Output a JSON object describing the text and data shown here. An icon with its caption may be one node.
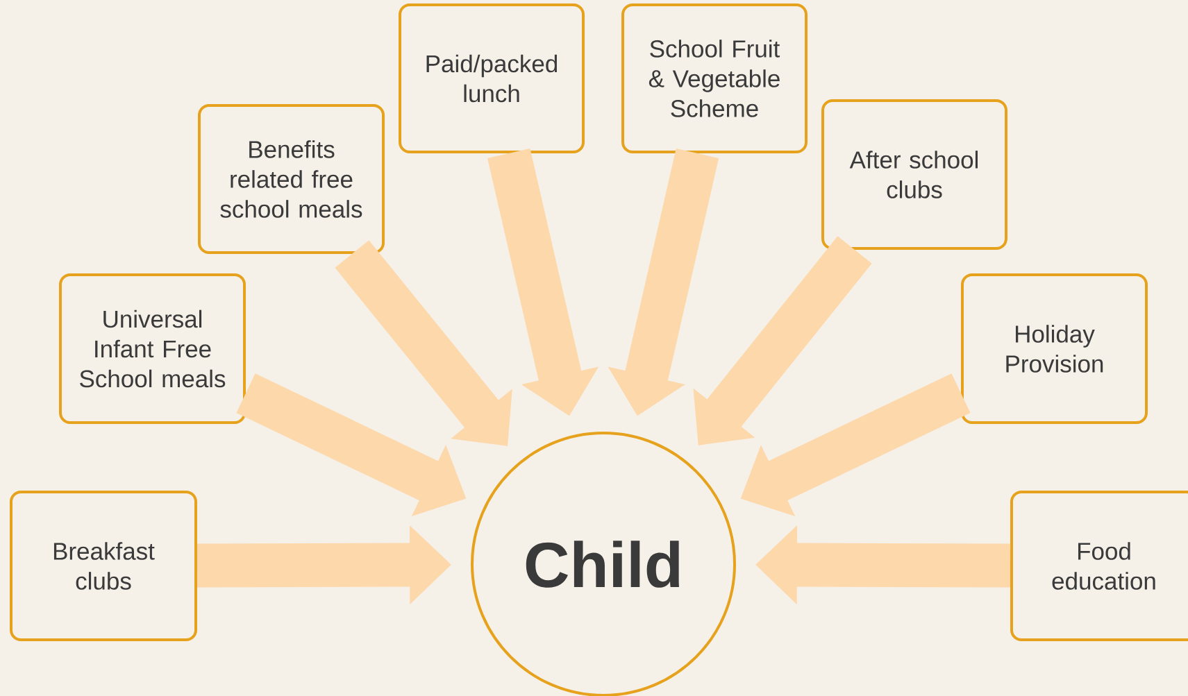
{
  "diagram": {
    "nodes": [
      {
        "text": [
          "Breakfast clubs"
        ]
      },
      {
        "text": [
          "Universal Infant Free School meals"
        ]
      },
      {
        "text": [
          "Benefits related free school meals"
        ]
      },
      {
        "text": [
          "Paid/packed lunch"
        ]
      },
      {
        "text": [
          "School Fruit & Vegetable Scheme"
        ]
      },
      {
        "text": [
          "After school clubs"
        ]
      },
      {
        "text": [
          "Holiday Provision"
        ]
      },
      {
        "text": [
          "Food education"
        ]
      },
      {
        "text": [
          "Child"
        ]
      }
    ],
    "edges": [
      {
        "from": 0,
        "to": 8,
        "arrow": "to"
      },
      {
        "from": 1,
        "to": 8,
        "arrow": "to"
      },
      {
        "from": 2,
        "to": 8,
        "arrow": "to"
      },
      {
        "from": 3,
        "to": 8,
        "arrow": "to"
      },
      {
        "from": 4,
        "to": 8,
        "arrow": "to"
      },
      {
        "from": 5,
        "to": 8,
        "arrow": "to"
      },
      {
        "from": 6,
        "to": 8,
        "arrow": "to"
      },
      {
        "from": 7,
        "to": 8,
        "arrow": "to"
      }
    ]
  }
}
